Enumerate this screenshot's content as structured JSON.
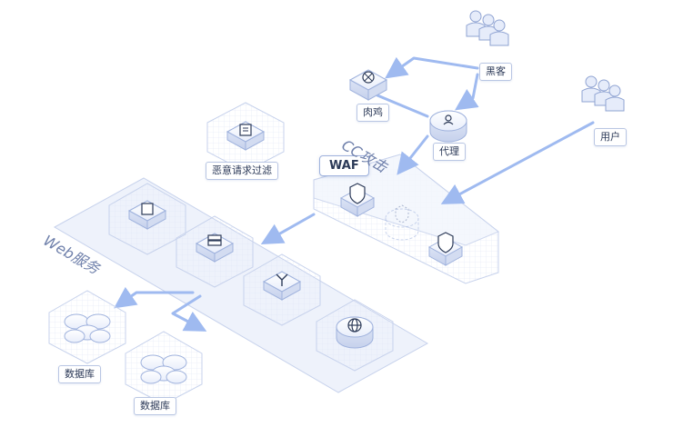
{
  "labels": {
    "hacker": "黑客",
    "zombie": "肉鸡",
    "proxy": "代理",
    "user": "用户",
    "waf": "WAF",
    "cc_attack": "CC攻击",
    "web_service": "Web服务",
    "malicious_filter": "恶意请求过滤",
    "database_1": "数据库",
    "database_2": "数据库"
  },
  "icons": {
    "hacker": "hacker-group-icon",
    "user": "user-group-icon",
    "zombie": "zombie-host-icon",
    "proxy": "proxy-icon",
    "shield": "shield-icon",
    "server": "server-icon",
    "globe": "globe-icon",
    "database": "database-icon",
    "document": "document-icon"
  },
  "colors": {
    "arrow": "#9fbaf0",
    "panel": "#eef2fb",
    "panel_border": "#c7d2ec",
    "label_border": "#b9c6e3",
    "text": "#2c3a58",
    "accent_text": "#6f80ab"
  }
}
